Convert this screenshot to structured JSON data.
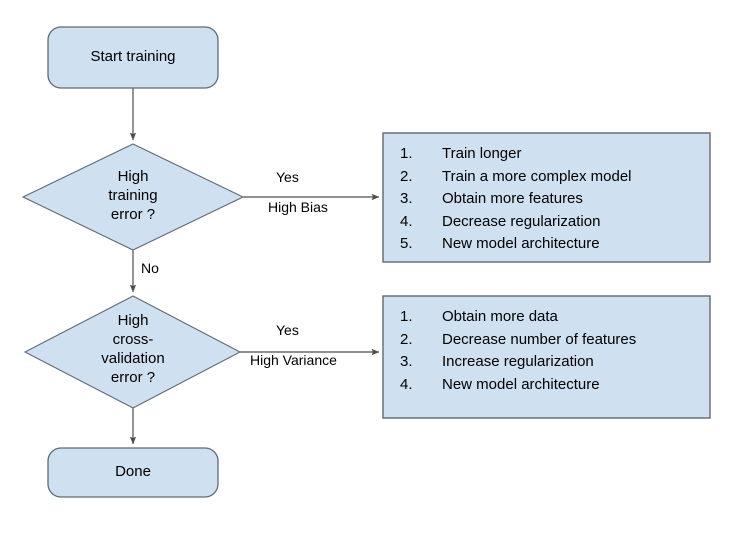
{
  "diagram": {
    "title": "Machine learning training bias-variance troubleshooting flowchart",
    "colors": {
      "node_fill": "#cfe0f1",
      "node_stroke": "#5f6a72",
      "edge_stroke": "#4d4d4d",
      "text": "#000000",
      "background": "#ffffff"
    },
    "nodes": {
      "start": {
        "label": "Start training",
        "shape": "rounded-rect"
      },
      "decision_training_error": {
        "label": "High\ntraining\nerror ?",
        "shape": "diamond"
      },
      "decision_cv_error": {
        "label": "High\ncross-\nvalidation\nerror ?",
        "shape": "diamond"
      },
      "done": {
        "label": "Done",
        "shape": "rounded-rect"
      }
    },
    "edges": {
      "start_to_decision1": {
        "label": ""
      },
      "decision1_yes": {
        "label_top": "Yes",
        "label_bottom": "High Bias"
      },
      "decision1_no": {
        "label": "No"
      },
      "decision2_yes": {
        "label_top": "Yes",
        "label_bottom": "High Variance"
      },
      "decision2_no": {
        "label": ""
      }
    },
    "high_bias_actions": {
      "items": [
        {
          "num": "1.",
          "text": "Train longer"
        },
        {
          "num": "2.",
          "text": "Train a more complex model"
        },
        {
          "num": "3.",
          "text": "Obtain more features"
        },
        {
          "num": "4.",
          "text": "Decrease regularization"
        },
        {
          "num": "5.",
          "text": "New model architecture"
        }
      ]
    },
    "high_variance_actions": {
      "items": [
        {
          "num": "1.",
          "text": "Obtain more data"
        },
        {
          "num": "2.",
          "text": "Decrease number of features"
        },
        {
          "num": "3.",
          "text": "Increase regularization"
        },
        {
          "num": "4.",
          "text": "New model architecture"
        }
      ]
    }
  }
}
